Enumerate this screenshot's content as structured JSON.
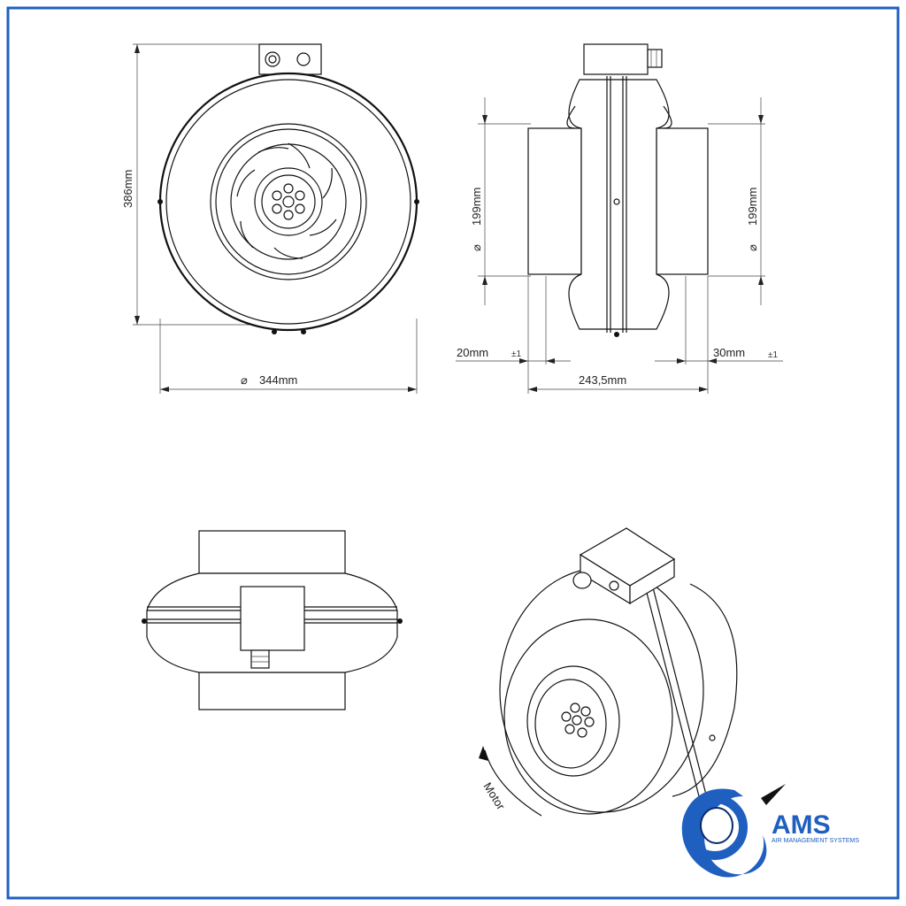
{
  "dimensions": {
    "height": "386mm",
    "width": "344mm",
    "duct_left": "199mm",
    "duct_right": "199mm",
    "spigot_left": "20mm",
    "spigot_right": "30mm",
    "tol_left": "±1",
    "tol_right": "±1",
    "length": "243,5mm",
    "diameter_symbol": "⌀"
  },
  "labels": {
    "motor": "Motor"
  },
  "logo": {
    "name": "AMS",
    "tagline": "AIR MANAGEMENT SYSTEMS",
    "colors": {
      "primary": "#1f5fbf",
      "accent": "#0a2a6b"
    }
  },
  "frame": {
    "border_color": "#1f5fbf"
  }
}
